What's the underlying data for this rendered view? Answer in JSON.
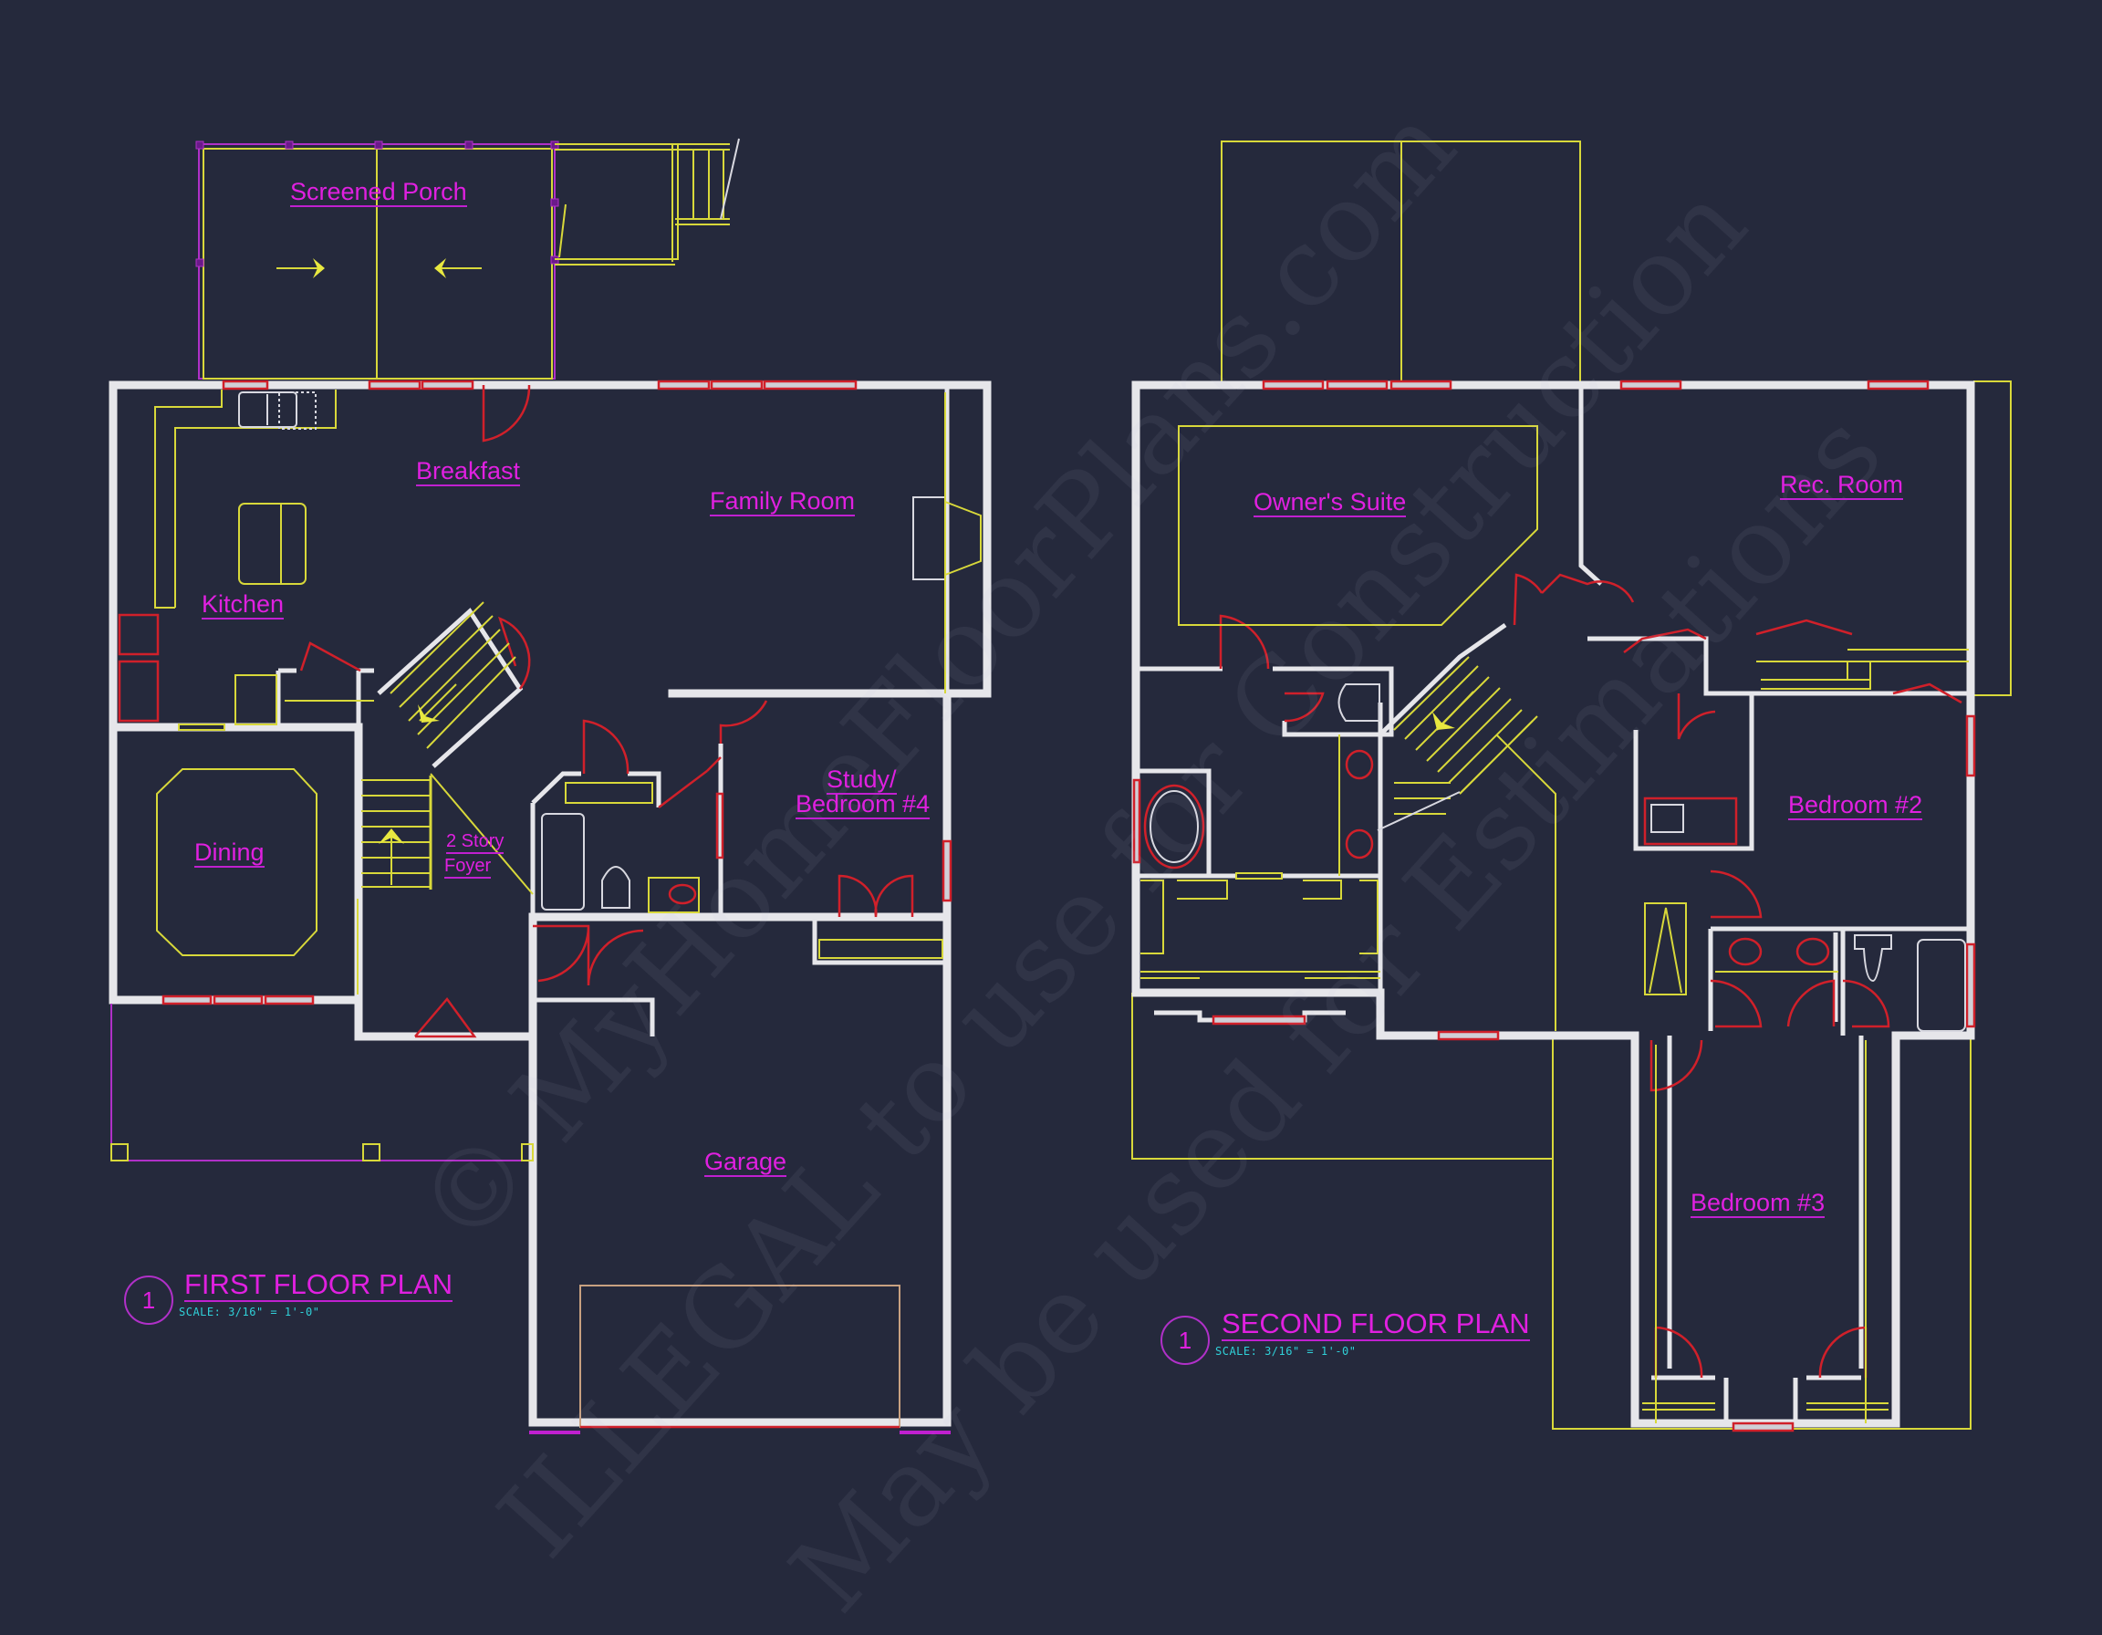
{
  "colors": {
    "background": "#25293c",
    "walls": "#e6e6ea",
    "room_labels": "#e020e0",
    "fixtures": "#d8d83a",
    "doors_windows": "#d0202a",
    "scale_text": "#30d0d8"
  },
  "first_floor": {
    "title": "FIRST FLOOR PLAN",
    "number": "1",
    "scale": "SCALE: 3/16\" = 1'-0\"",
    "rooms": {
      "screened_porch": "Screened Porch",
      "breakfast": "Breakfast",
      "family_room": "Family Room",
      "kitchen": "Kitchen",
      "dining": "Dining",
      "foyer_line1": "2 Story",
      "foyer_line2": "Foyer",
      "study_line1": "Study/",
      "study_line2": "Bedroom #4",
      "garage": "Garage"
    }
  },
  "second_floor": {
    "title": "SECOND FLOOR PLAN",
    "number": "1",
    "scale": "SCALE: 3/16\" = 1'-0\"",
    "rooms": {
      "owners_suite": "Owner's Suite",
      "rec_room": "Rec. Room",
      "bedroom_2": "Bedroom #2",
      "bedroom_3": "Bedroom #3"
    }
  },
  "watermark": {
    "line1": "© MyHomeFloorPlans.com",
    "line2": "ILLEGAL to use for Construction",
    "line3": "May be used for Estimations"
  }
}
